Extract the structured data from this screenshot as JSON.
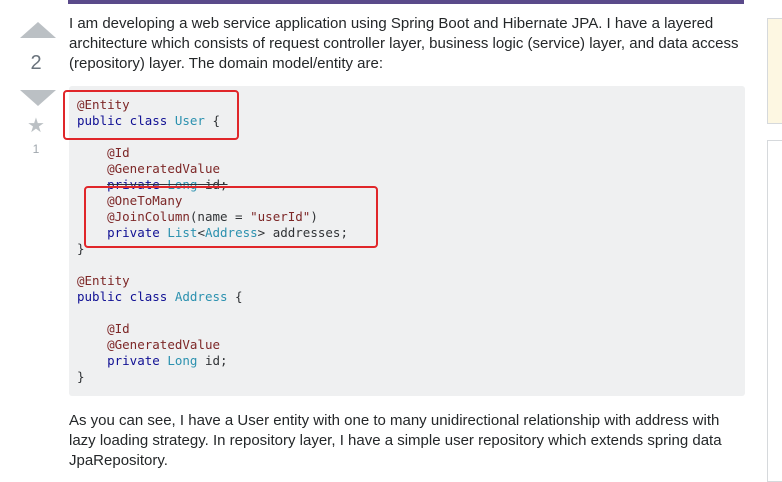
{
  "vote": {
    "score": "2",
    "favorites": "1"
  },
  "post": {
    "intro": "I am developing a web service application using Spring Boot and Hibernate JPA. I have a layered architecture which consists of request controller layer, business logic (service) layer, and data access (repository) layer. The domain model/entity are:",
    "followup": "As you can see, I have a User entity with one to many unidirectional relationship with address with lazy loading strategy. In repository layer, I have a simple user repository which extends spring data JpaRepository."
  },
  "code": {
    "l1": "@Entity",
    "l2_kw": "public class ",
    "l2_ty": "User",
    "l2_end": " {",
    "l4": "@Id",
    "l5": "@GeneratedValue",
    "l6_kw": "private ",
    "l6_ty": "Long",
    "l6_end": " id;",
    "l7": "@OneToMany",
    "l8_an": "@JoinColumn",
    "l8_mid": "(name = ",
    "l8_str": "\"userId\"",
    "l8_end": ")",
    "l9_kw": "private ",
    "l9_ty": "List",
    "l9_lt": "<",
    "l9_ty2": "Address",
    "l9_end": "> addresses;",
    "l10": "}",
    "l12": "@Entity",
    "l13_kw": "public class ",
    "l13_ty": "Address",
    "l13_end": " {",
    "l15": "@Id",
    "l16": "@GeneratedValue",
    "l17_kw": "private ",
    "l17_ty": "Long",
    "l17_end": " id;",
    "l18": "}"
  },
  "colors": {
    "highlight": "#e0262a",
    "code_bg": "#eff0f1",
    "vote_arrow": "#bbc0c4"
  },
  "icons": {
    "upvote": "arrow-up",
    "downvote": "arrow-down",
    "favorite": "star"
  }
}
